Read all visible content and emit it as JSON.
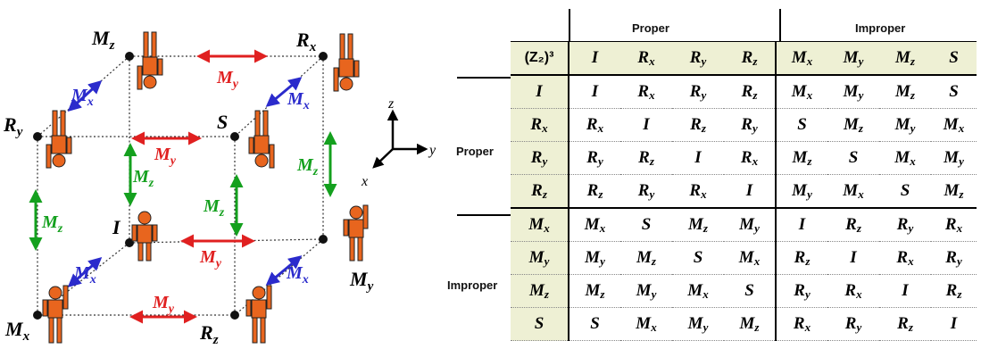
{
  "diagram": {
    "vertex_labels": {
      "Mz": "M",
      "Mz_sub": "z",
      "Rx": "R",
      "Rx_sub": "x",
      "Ry": "R",
      "Ry_sub": "y",
      "S": "S",
      "I": "I",
      "My": "M",
      "My_sub": "y",
      "Mx": "M",
      "Mx_sub": "x",
      "Rz": "R",
      "Rz_sub": "z"
    },
    "edge_labels": {
      "Mx": "M",
      "Mx_sub": "x",
      "My": "M",
      "My_sub": "y",
      "Mz": "M",
      "Mz_sub": "z"
    },
    "axes": {
      "x": "x",
      "y": "y",
      "z": "z"
    },
    "colors": {
      "figure": "#e8651e",
      "Mx": "#2b2bcc",
      "My": "#e02020",
      "Mz": "#14a01e"
    }
  },
  "table": {
    "corner": "(Z₂)³",
    "column_group_labels": [
      "Proper",
      "Improper"
    ],
    "row_group_labels": [
      "Proper",
      "Improper"
    ],
    "header": [
      "I",
      "R_x",
      "R_y",
      "R_z",
      "M_x",
      "M_y",
      "M_z",
      "S"
    ],
    "rows": [
      [
        "I",
        "I",
        "R_x",
        "R_y",
        "R_z",
        "M_x",
        "M_y",
        "M_z",
        "S"
      ],
      [
        "R_x",
        "R_x",
        "I",
        "R_z",
        "R_y",
        "S",
        "M_z",
        "M_y",
        "M_x"
      ],
      [
        "R_y",
        "R_y",
        "R_z",
        "I",
        "R_x",
        "M_z",
        "S",
        "M_x",
        "M_y"
      ],
      [
        "R_z",
        "R_z",
        "R_y",
        "R_x",
        "I",
        "M_y",
        "M_x",
        "S",
        "M_z"
      ],
      [
        "M_x",
        "M_x",
        "S",
        "M_z",
        "M_y",
        "I",
        "R_z",
        "R_y",
        "R_x"
      ],
      [
        "M_y",
        "M_y",
        "M_z",
        "S",
        "M_x",
        "R_z",
        "I",
        "R_x",
        "R_y"
      ],
      [
        "M_z",
        "M_z",
        "M_y",
        "M_x",
        "S",
        "R_y",
        "R_x",
        "I",
        "R_z"
      ],
      [
        "S",
        "S",
        "M_x",
        "M_y",
        "M_z",
        "R_x",
        "R_y",
        "R_z",
        "I"
      ]
    ]
  }
}
